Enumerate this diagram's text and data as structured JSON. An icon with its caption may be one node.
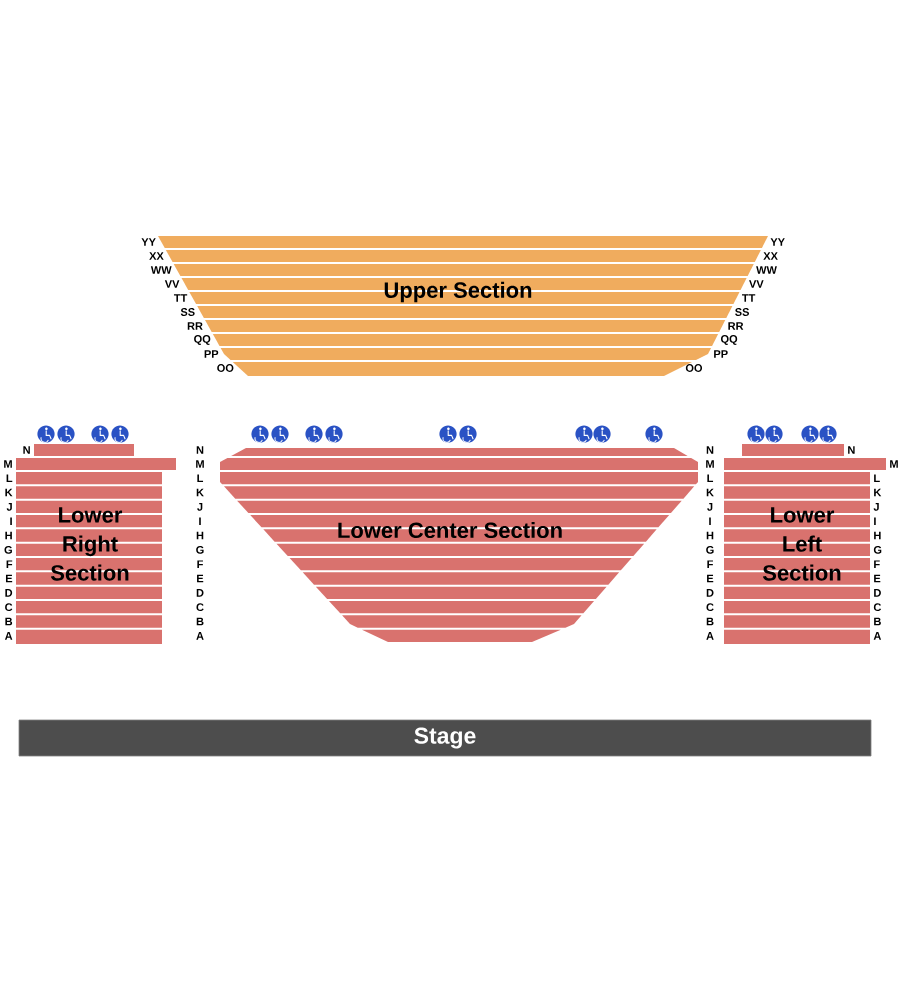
{
  "diagram": {
    "nodes": [
      {
        "text": [
          "Upper Section"
        ]
      },
      {
        "text": [
          "Lower Right Section"
        ]
      },
      {
        "text": [
          "Lower Center Section"
        ]
      },
      {
        "text": [
          "Lower Left Section"
        ]
      },
      {
        "text": [
          "Stage"
        ]
      }
    ],
    "labels": [
      "YY",
      "YY",
      "XX",
      "XX",
      "WW",
      "WW",
      "VV",
      "VV",
      "TT",
      "TT",
      "SS",
      "SS",
      "RR",
      "RR",
      "QQ",
      "QQ",
      "PP",
      "PP",
      "OO",
      "OO",
      "N",
      "N",
      "N",
      "N",
      "M",
      "M",
      "M",
      "M",
      "L",
      "L",
      "L",
      "L",
      "K",
      "K",
      "K",
      "K",
      "J",
      "J",
      "J",
      "J",
      "I",
      "I",
      "I",
      "I",
      "H",
      "H",
      "H",
      "H",
      "G",
      "G",
      "G",
      "G",
      "F",
      "F",
      "F",
      "F",
      "E",
      "E",
      "E",
      "E",
      "D",
      "D",
      "D",
      "D",
      "C",
      "C",
      "C",
      "C",
      "B",
      "B",
      "B",
      "B",
      "A",
      "A",
      "A",
      "A"
    ]
  }
}
